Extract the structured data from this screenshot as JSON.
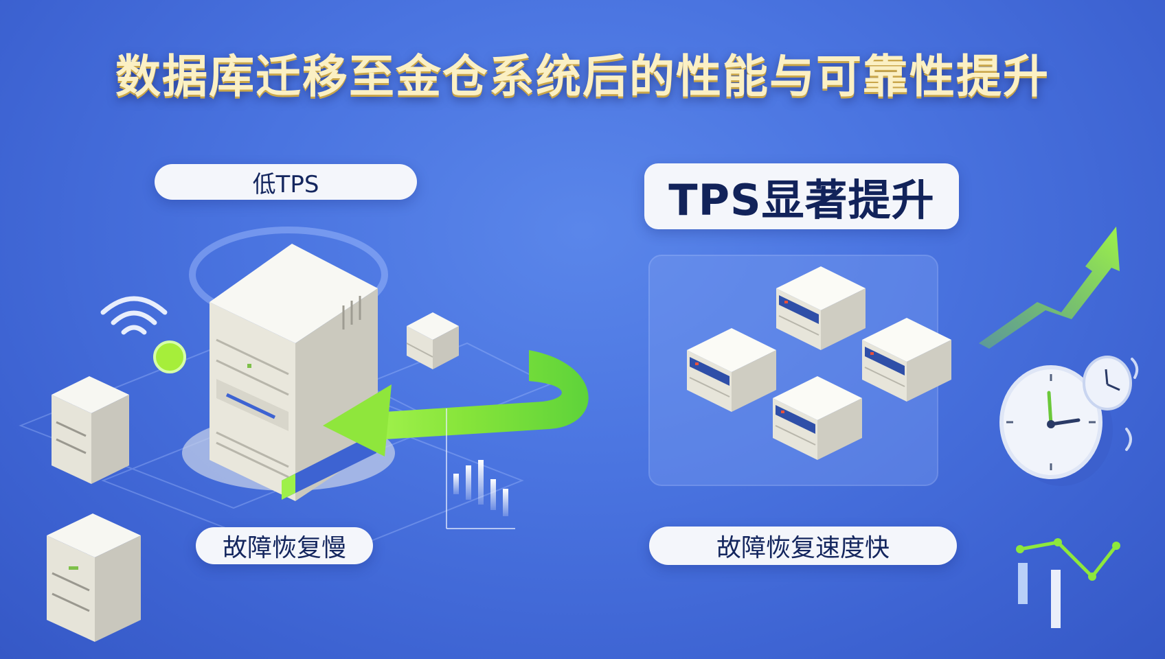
{
  "title": "数据库迁移至金仓系统后的性能与可靠性提升",
  "left_panel": {
    "tps_label": "低TPS",
    "recovery_label": "故障恢复慢"
  },
  "right_panel": {
    "tps_label": "TPS显著提升",
    "recovery_label": "故障恢复速度快"
  },
  "colors": {
    "title": "#fbf0c4",
    "accent_green": "#8ee83c",
    "background": "#4a74e0",
    "label_text": "#14265e",
    "label_bg": "#f4f6fb"
  }
}
